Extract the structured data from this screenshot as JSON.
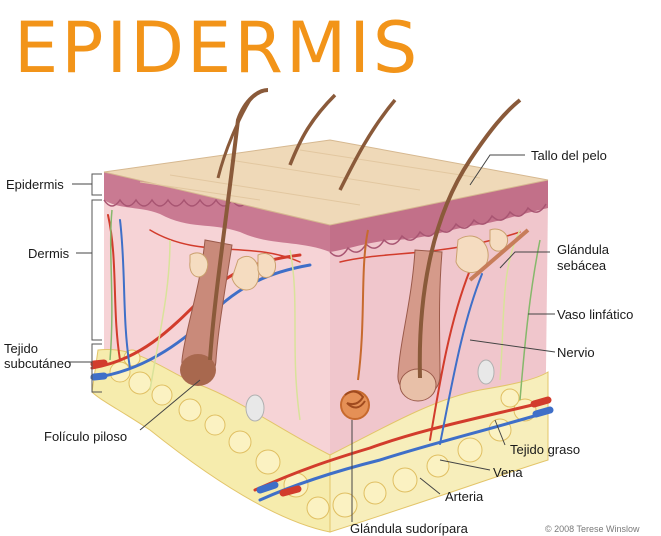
{
  "title": "EPIDERMIS",
  "title_color": "#f29419",
  "labels": {
    "epidermis": "Epidermis",
    "dermis": "Dermis",
    "tejido_subcutaneo_1": "Tejido",
    "tejido_subcutaneo_2": "subcutáneo",
    "foliculo_piloso": "Folículo piloso",
    "tallo_del_pelo": "Tallo del pelo",
    "glandula_sebacea_1": "Glándula",
    "glandula_sebacea_2": "sebácea",
    "vaso_linfatico": "Vaso linfático",
    "nervio": "Nervio",
    "tejido_graso": "Tejido graso",
    "vena": "Vena",
    "arteria": "Arteria",
    "glandula_sudoripara": "Glándula sudorípara"
  },
  "credit": "© 2008 Terese Winslow",
  "colors": {
    "surface": "#efd9b8",
    "epidermis_band": "#c97a92",
    "dermis": "#f3cfd3",
    "fat": "#f6ecad",
    "artery": "#d23c2c",
    "vein": "#3f6fc8",
    "hair": "#8a5a3a",
    "nerve": "#d9e29a",
    "lymph": "#86b86b"
  }
}
